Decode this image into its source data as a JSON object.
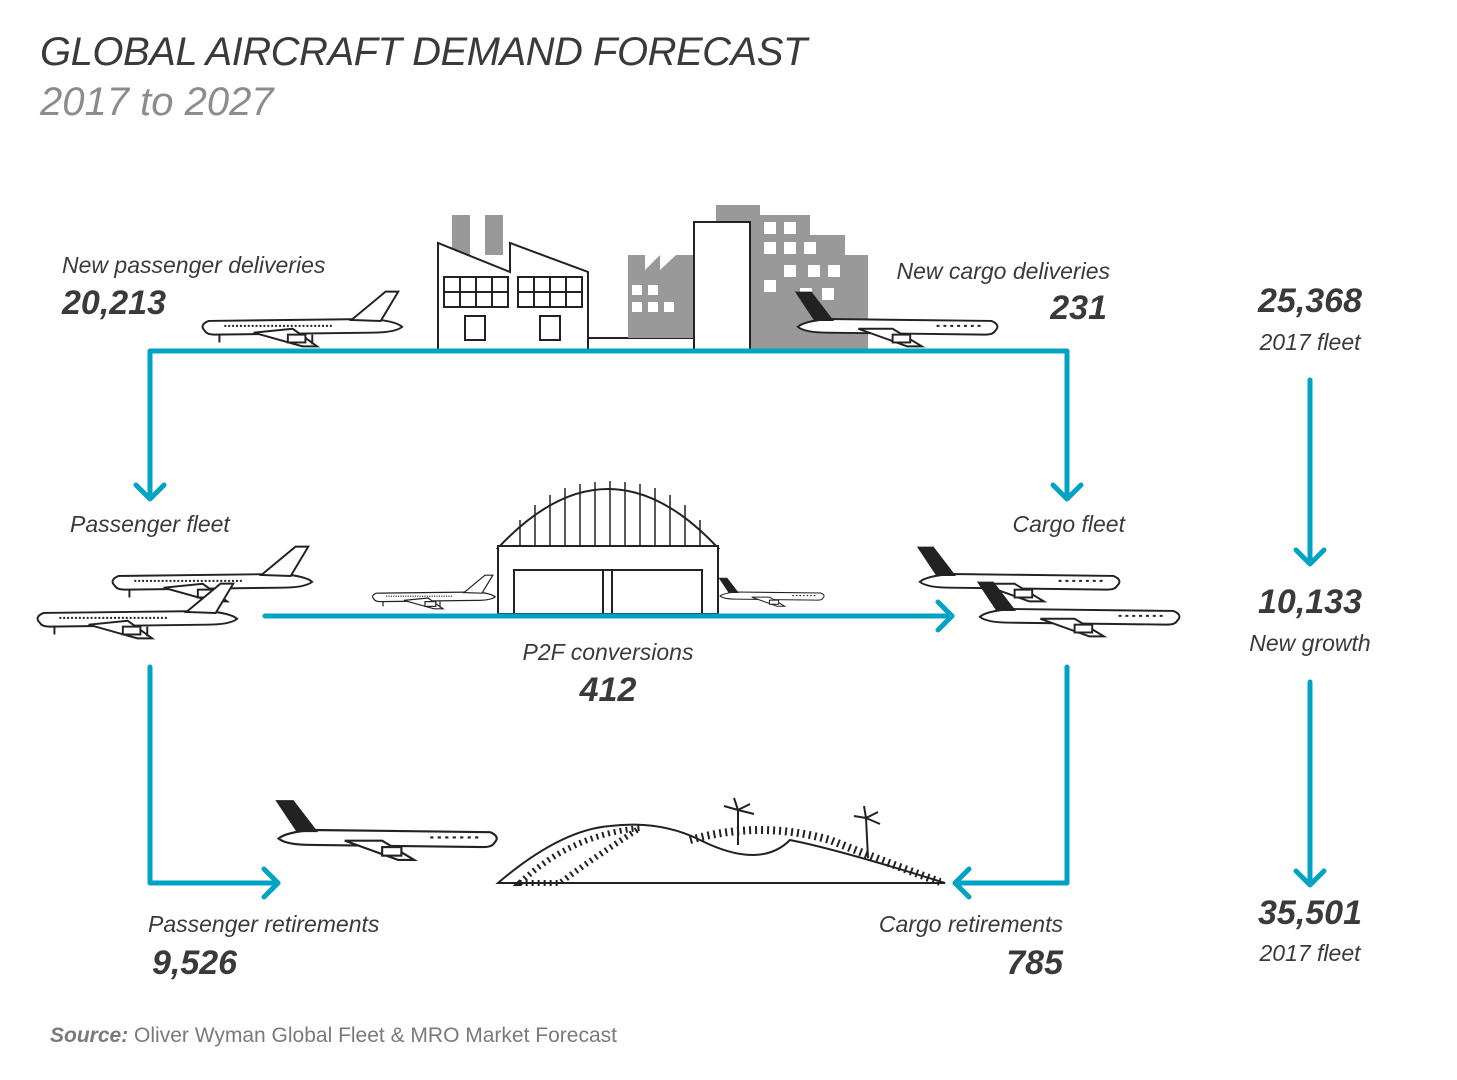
{
  "title": "GLOBAL AIRCRAFT DEMAND FORECAST",
  "subtitle": "2017 to 2027",
  "flows": {
    "new_passenger_deliveries": {
      "label": "New passenger deliveries",
      "value": "20,213"
    },
    "new_cargo_deliveries": {
      "label": "New cargo deliveries",
      "value": "231"
    },
    "passenger_fleet": {
      "label": "Passenger fleet"
    },
    "cargo_fleet": {
      "label": "Cargo fleet"
    },
    "p2f_conversions": {
      "label": "P2F conversions",
      "value": "412"
    },
    "passenger_retirements": {
      "label": "Passenger retirements",
      "value": "9,526"
    },
    "cargo_retirements": {
      "label": "Cargo retirements",
      "value": "785"
    }
  },
  "summary": [
    {
      "value": "25,368",
      "label": "2017 fleet"
    },
    {
      "value": "10,133",
      "label": "New growth"
    },
    {
      "value": "35,501",
      "label": "2017 fleet"
    }
  ],
  "source": {
    "prefix": "Source:",
    "text": "Oliver Wyman Global Fleet & MRO Market Forecast"
  },
  "colors": {
    "accent": "#00a3c4",
    "text": "#3a3a3a",
    "muted": "#8c8c8c"
  }
}
